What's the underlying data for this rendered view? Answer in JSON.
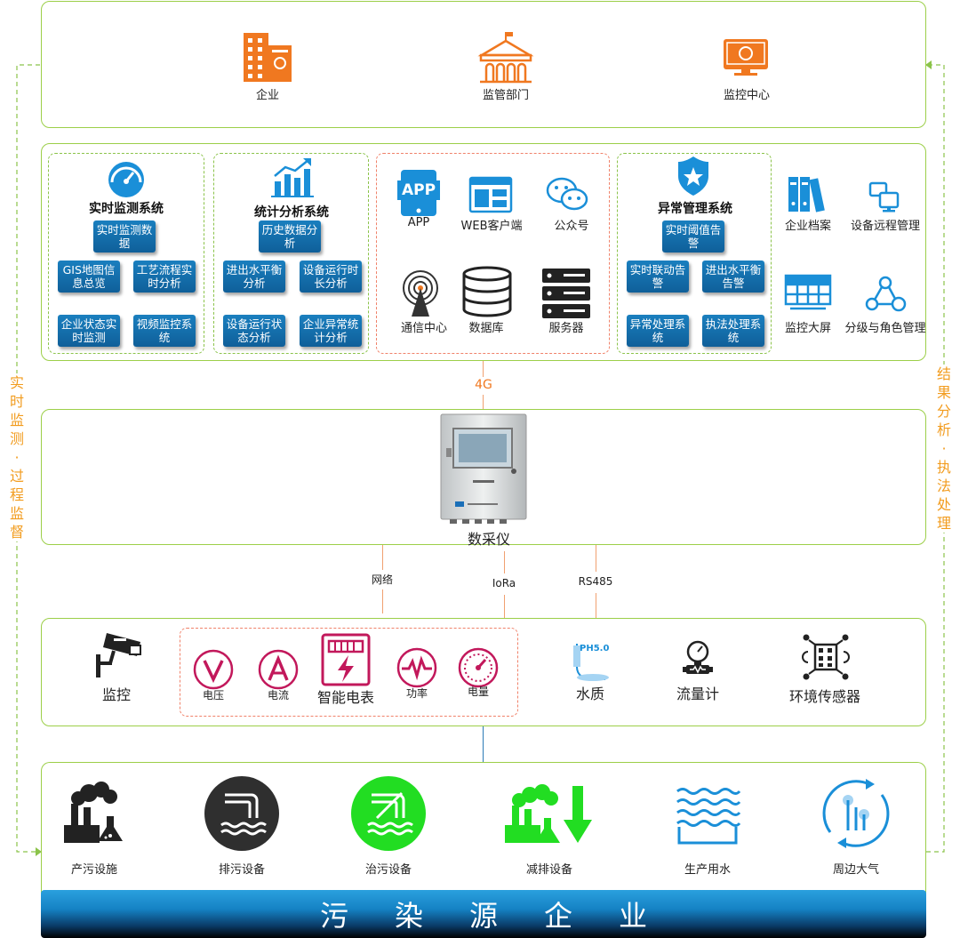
{
  "top": {
    "enterprise": "企业",
    "regulator": "监管部门",
    "monitor_center": "监控中心"
  },
  "realtime": {
    "title": "实时监测系统",
    "tags": [
      "实时监测数据",
      "GIS地图信息总览",
      "工艺流程实时分析",
      "企业状态实时监测",
      "视频监控系统"
    ]
  },
  "stats": {
    "title": "统计分析系统",
    "tags": [
      "历史数据分析",
      "进出水平衡分析",
      "设备运行时长分析",
      "设备运行状态分析",
      "企业异常统计分析"
    ]
  },
  "platform": {
    "app_icon": "APP",
    "app": "APP",
    "web": "WEB客户端",
    "wechat": "公众号",
    "comm": "通信中心",
    "db": "数据库",
    "server": "服务器"
  },
  "abnormal": {
    "title": "异常管理系统",
    "tags": [
      "实时阈值告警",
      "实时联动告警",
      "进出水平衡告警",
      "异常处理系统",
      "执法处理系统"
    ]
  },
  "manage": {
    "archive": "企业档案",
    "remote": "设备远程管理",
    "screen": "监控大屏",
    "roles": "分级与角色管理"
  },
  "link_4g": "4G",
  "collector": {
    "label": "数采仪"
  },
  "links": {
    "network": "网络",
    "lora": "IoRa",
    "rs485": "RS485"
  },
  "sensors": {
    "cctv": "监控",
    "voltage": "电压",
    "current": "电流",
    "meter": "智能电表",
    "power": "功率",
    "energy": "电量",
    "ph_icon": "PH5.0",
    "water": "水质",
    "flow": "流量计",
    "env": "环境传感器"
  },
  "sources": {
    "pollute": "产污设施",
    "discharge": "排污设备",
    "treat": "治污设备",
    "reduce": "减排设备",
    "prod_water": "生产用水",
    "air": "周边大气"
  },
  "bottom_title": "污染源企业",
  "side_left": "实时监测·过程监督",
  "side_right": "结果分析·执法处理",
  "colors": {
    "green_border": "#9ccf49",
    "orange": "#f07820",
    "blue": "#1a8fd8",
    "magenta": "#c2185b",
    "bright_green": "#22dd22"
  }
}
